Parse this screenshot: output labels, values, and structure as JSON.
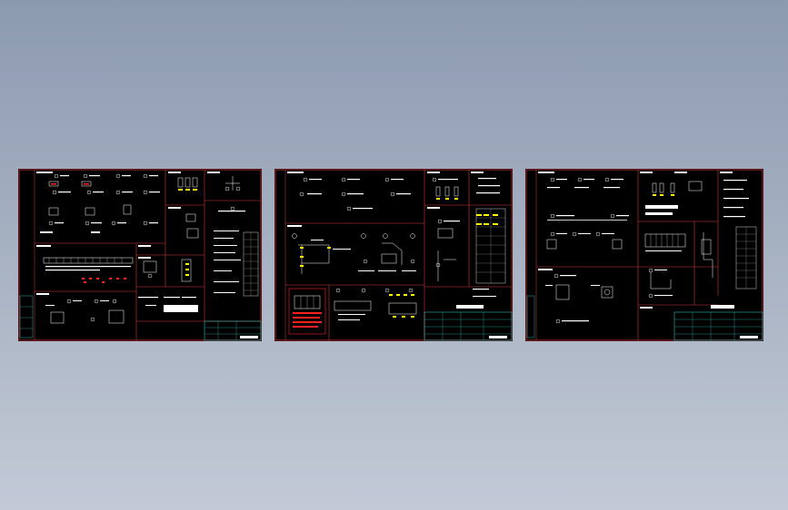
{
  "viewer": {
    "background_top": "#8c9ab0",
    "background_bottom": "#c3cad6"
  },
  "sheets": [
    {
      "id": "sheet-1"
    },
    {
      "id": "sheet-2"
    },
    {
      "id": "sheet-3"
    }
  ],
  "colors": {
    "frame": "#d8383a",
    "linework": "#ffffff",
    "accent_yellow": "#ffff00",
    "accent_red": "#ff2020",
    "accent_cyan": "#33dddd",
    "paper": "#000000"
  }
}
